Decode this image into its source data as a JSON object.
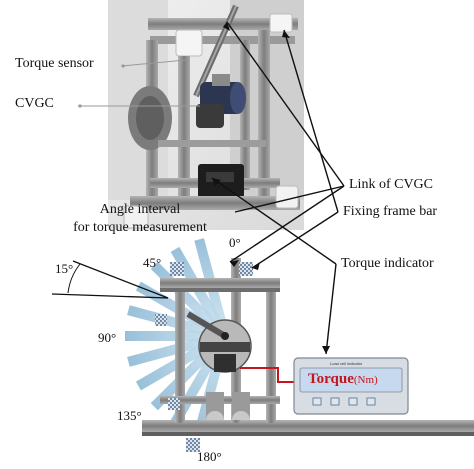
{
  "labels": {
    "torque_sensor": "Torque sensor",
    "cvgc": "CVGC",
    "link_of_cvgc": "Link of CVGC",
    "fixing_frame_bar": "Fixing frame bar",
    "torque_indicator": "Torque indicator",
    "angle_interval_line1": "Angle interval",
    "angle_interval_line2": "for torque measurement"
  },
  "angles": {
    "deg_0": "0°",
    "deg_15": "15°",
    "deg_45": "45°",
    "deg_90": "90°",
    "deg_135": "135°",
    "deg_180": "180°"
  },
  "indicator": {
    "header": "Load cell indicator",
    "main_label": "Torque",
    "unit": "(Nm)"
  },
  "colors": {
    "frame": "#8c8c8c",
    "frame_dark": "#5a5a5a",
    "cable": "#c4161c",
    "ray": "#9cc3dc",
    "display_body": "#d7dde3",
    "display_screen": "#c6d9ee"
  }
}
